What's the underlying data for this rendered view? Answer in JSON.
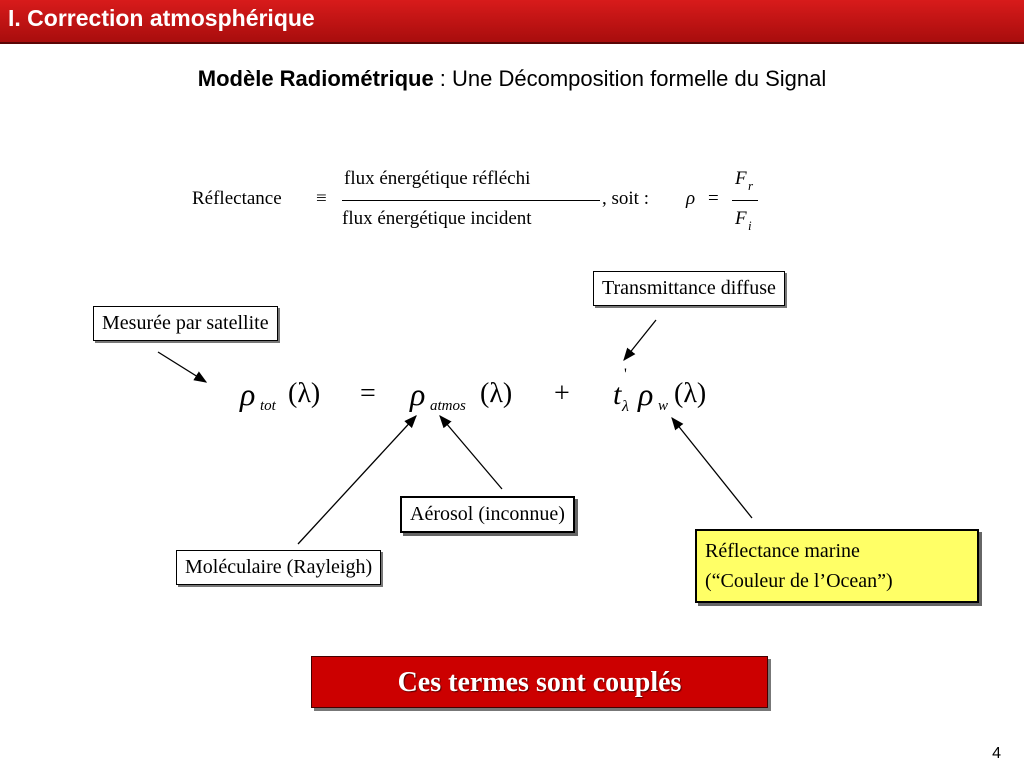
{
  "header": {
    "title": "I. Correction atmosphérique"
  },
  "subtitle": {
    "bold": "Modèle Radiométrique",
    "rest": " : Une Décomposition formelle du Signal"
  },
  "definition": {
    "lhs": "Réflectance",
    "equiv": "≡",
    "numerator": "flux énergétique réfléchi",
    "denominator": "flux énergétique incident",
    "soit": ", soit :",
    "rho": "ρ",
    "eq": "=",
    "F": "F",
    "r": "r",
    "i": "i"
  },
  "equation": {
    "rho": "ρ",
    "tot": "tot",
    "atmos": "atmos",
    "w": "w",
    "paren_lambda": "(λ)",
    "equals": "=",
    "plus": "+",
    "t": "t",
    "prime": "'",
    "lambda": "λ"
  },
  "labels": {
    "satellite": "Mesurée par satellite",
    "transmittance": "Transmittance diffuse",
    "aerosol": "Aérosol (inconnue)",
    "rayleigh": "Moléculaire (Rayleigh)",
    "marine_line1": "Réflectance marine",
    "marine_line2": "(“Couleur de l’Ocean”)"
  },
  "conclusion": "Ces termes sont couplés",
  "page_number": "4"
}
